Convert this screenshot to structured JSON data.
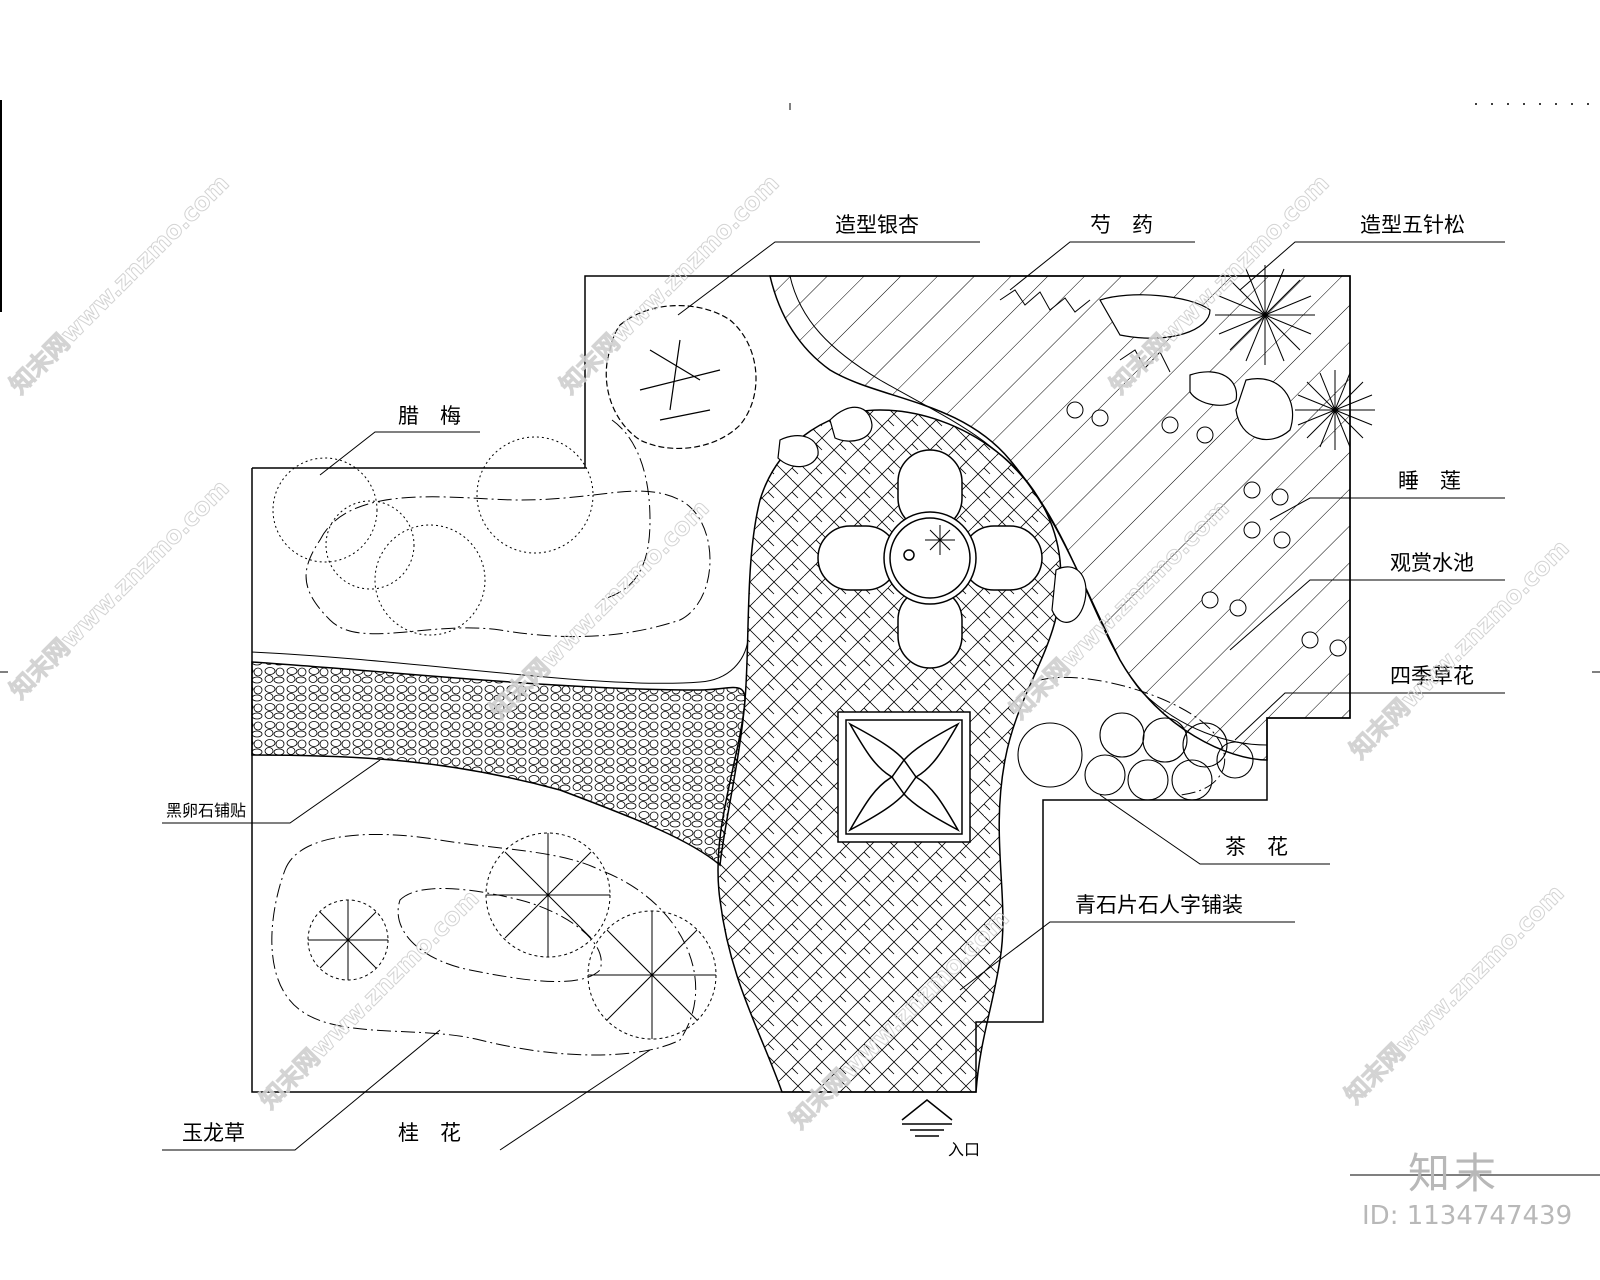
{
  "labels": {
    "ginkgo": "造型银杏",
    "peony": "芍　药",
    "pine": "造型五针松",
    "wintersweet": "腊　梅",
    "waterlily": "睡　莲",
    "pond": "观赏水池",
    "flowers": "四季草花",
    "pebble": "黑卵石铺贴",
    "camellia": "茶　花",
    "paving": "青石片石人字铺装",
    "grass": "玉龙草",
    "osmanthus": "桂　花"
  },
  "entrance": "入口",
  "brand": {
    "logo": "知末",
    "id": "ID: 1134747439"
  },
  "watermark": {
    "text": "知末网www.znzmo.com"
  }
}
